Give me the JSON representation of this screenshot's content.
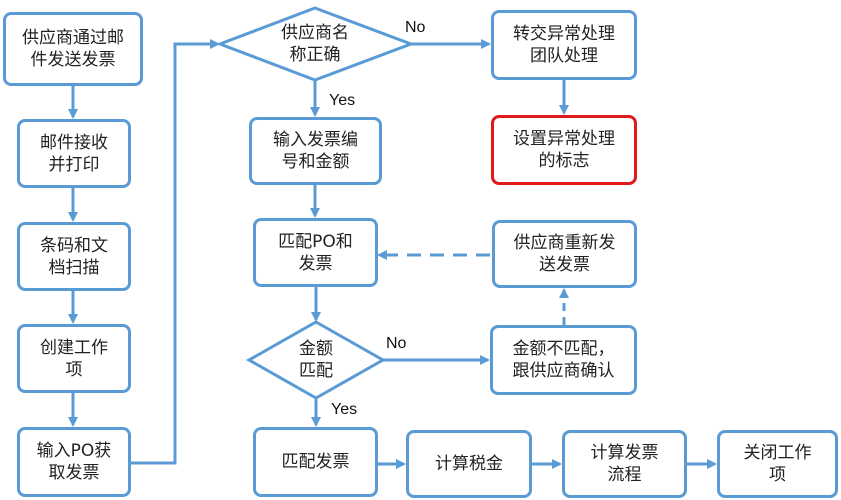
{
  "nodes": {
    "supplier_email_invoice": "供应商通过邮\n件发送发票",
    "mail_receive_print": "邮件接收\n并打印",
    "barcode_scan": "条码和文\n档扫描",
    "create_work_item": "创建工作\n项",
    "input_po": "输入PO获\n取发票",
    "supplier_name_correct": "供应商名\n称正确",
    "transfer_exception_team": "转交异常处理\n团队处理",
    "set_exception_flag": "设置异常处理\n的标志",
    "input_invoice_no_amount": "输入发票编\n号和金额",
    "match_po_invoice": "匹配PO和\n发票",
    "supplier_resend_invoice": "供应商重新发\n送发票",
    "amount_match": "金额\n匹配",
    "amount_mismatch_confirm": "金额不匹配，\n跟供应商确认",
    "match_invoice": "匹配发票",
    "calc_tax": "计算税金",
    "calc_invoice_flow": "计算发票\n流程",
    "close_work_item": "关闭工作\n项"
  },
  "labels": {
    "no_top": "No",
    "yes_top": "Yes",
    "no_mid": "No",
    "yes_mid": "Yes"
  },
  "colors": {
    "border": "#5b9bd5",
    "exception_border": "#e0191b",
    "text": "#222222"
  }
}
